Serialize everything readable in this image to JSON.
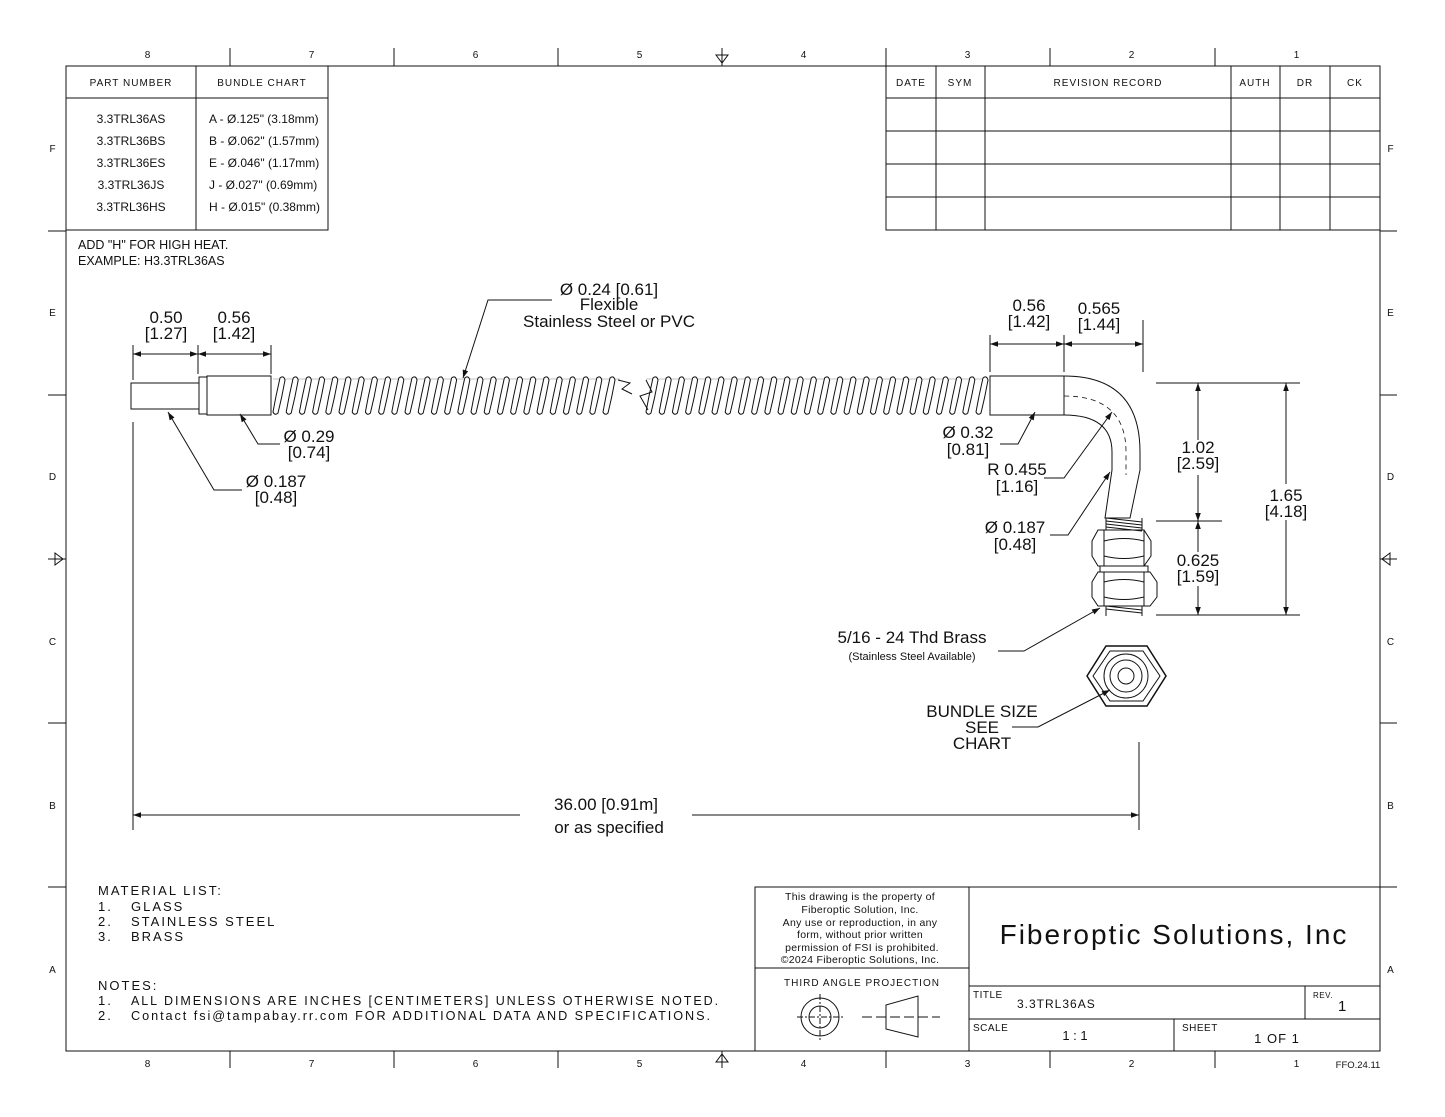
{
  "zones": {
    "columns": [
      "8",
      "7",
      "6",
      "5",
      "4",
      "3",
      "2",
      "1"
    ],
    "rows": [
      "F",
      "E",
      "D",
      "C",
      "B",
      "A"
    ]
  },
  "bundle_table": {
    "col_part": "PART NUMBER",
    "col_chart": "BUNDLE CHART",
    "rows": [
      {
        "part": "3.3TRL36AS",
        "chart": "A - Ø.125\" (3.18mm)"
      },
      {
        "part": "3.3TRL36BS",
        "chart": "B - Ø.062\" (1.57mm)"
      },
      {
        "part": "3.3TRL36ES",
        "chart": "E - Ø.046\" (1.17mm)"
      },
      {
        "part": "3.3TRL36JS",
        "chart": "J  - Ø.027\" (0.69mm)"
      },
      {
        "part": "3.3TRL36HS",
        "chart": "H - Ø.015\" (0.38mm)"
      }
    ]
  },
  "revision_table": {
    "headers": [
      "DATE",
      "SYM",
      "REVISION RECORD",
      "AUTH",
      "DR",
      "CK"
    ]
  },
  "notes_top": [
    "ADD \"H\" FOR HIGH HEAT.",
    "EXAMPLE: H3.3TRL36AS"
  ],
  "dims": {
    "flex_1": "Ø 0.24 [0.61]",
    "flex_2": "Flexible",
    "flex_3": "Stainless Steel or PVC",
    "tip_len_in": "0.50",
    "tip_len_cm": "[1.27]",
    "ferrule_len_in": "0.56",
    "ferrule_len_cm": "[1.42]",
    "ferrule_dia_in": "Ø 0.29",
    "ferrule_dia_cm": "[0.74]",
    "tip_dia_in": "Ø 0.187",
    "tip_dia_cm": "[0.48]",
    "rferrule_len_in": "0.56",
    "rferrule_len_cm": "[1.42]",
    "bend_len_in": "0.565",
    "bend_len_cm": "[1.44]",
    "rferrule_dia_in": "Ø 0.32",
    "rferrule_dia_cm": "[0.81]",
    "radius_in": "R 0.455",
    "radius_cm": "[1.16]",
    "rtip_dia_in": "Ø 0.187",
    "rtip_dia_cm": "[0.48]",
    "height_in": "1.02",
    "height_cm": "[2.59]",
    "total_h_in": "1.65",
    "total_h_cm": "[4.18]",
    "thread_len_in": "0.625",
    "thread_len_cm": "[1.59]",
    "thread_1": "5/16 - 24 Thd Brass",
    "thread_2": "(Stainless Steel Available)",
    "bundle_1": "BUNDLE SIZE",
    "bundle_2": "SEE",
    "bundle_3": "CHART",
    "length_1": "36.00 [0.91m]",
    "length_2": "or as specified"
  },
  "material": {
    "title": "MATERIAL LIST:",
    "items": [
      {
        "n": "1.",
        "t": "GLASS"
      },
      {
        "n": "2.",
        "t": "STAINLESS STEEL"
      },
      {
        "n": "3.",
        "t": "BRASS"
      }
    ]
  },
  "notes": {
    "title": "NOTES:",
    "items": [
      {
        "n": "1.",
        "t": "ALL DIMENSIONS ARE INCHES [CENTIMETERS] UNLESS OTHERWISE NOTED."
      },
      {
        "n": "2.",
        "t": "Contact fsi@tampabay.rr.com FOR ADDITIONAL DATA AND SPECIFICATIONS."
      }
    ]
  },
  "title_block": {
    "property": [
      "This drawing is the property of",
      "Fiberoptic Solution, Inc.",
      "Any use or reproduction, in any",
      "form, without prior written",
      "permission of FSI is prohibited.",
      "©2024 Fiberoptic Solutions, Inc."
    ],
    "projection": "THIRD ANGLE PROJECTION",
    "company": "Fiberoptic Solutions, Inc",
    "title_label": "TITLE",
    "title_value": "3.3TRL36AS",
    "rev_label": "REV.",
    "rev_value": "1",
    "scale_label": "SCALE",
    "scale_value": "1  :  1",
    "sheet_label": "SHEET",
    "sheet_value": "1   OF  1"
  },
  "drawing_code": "FFO.24.11"
}
